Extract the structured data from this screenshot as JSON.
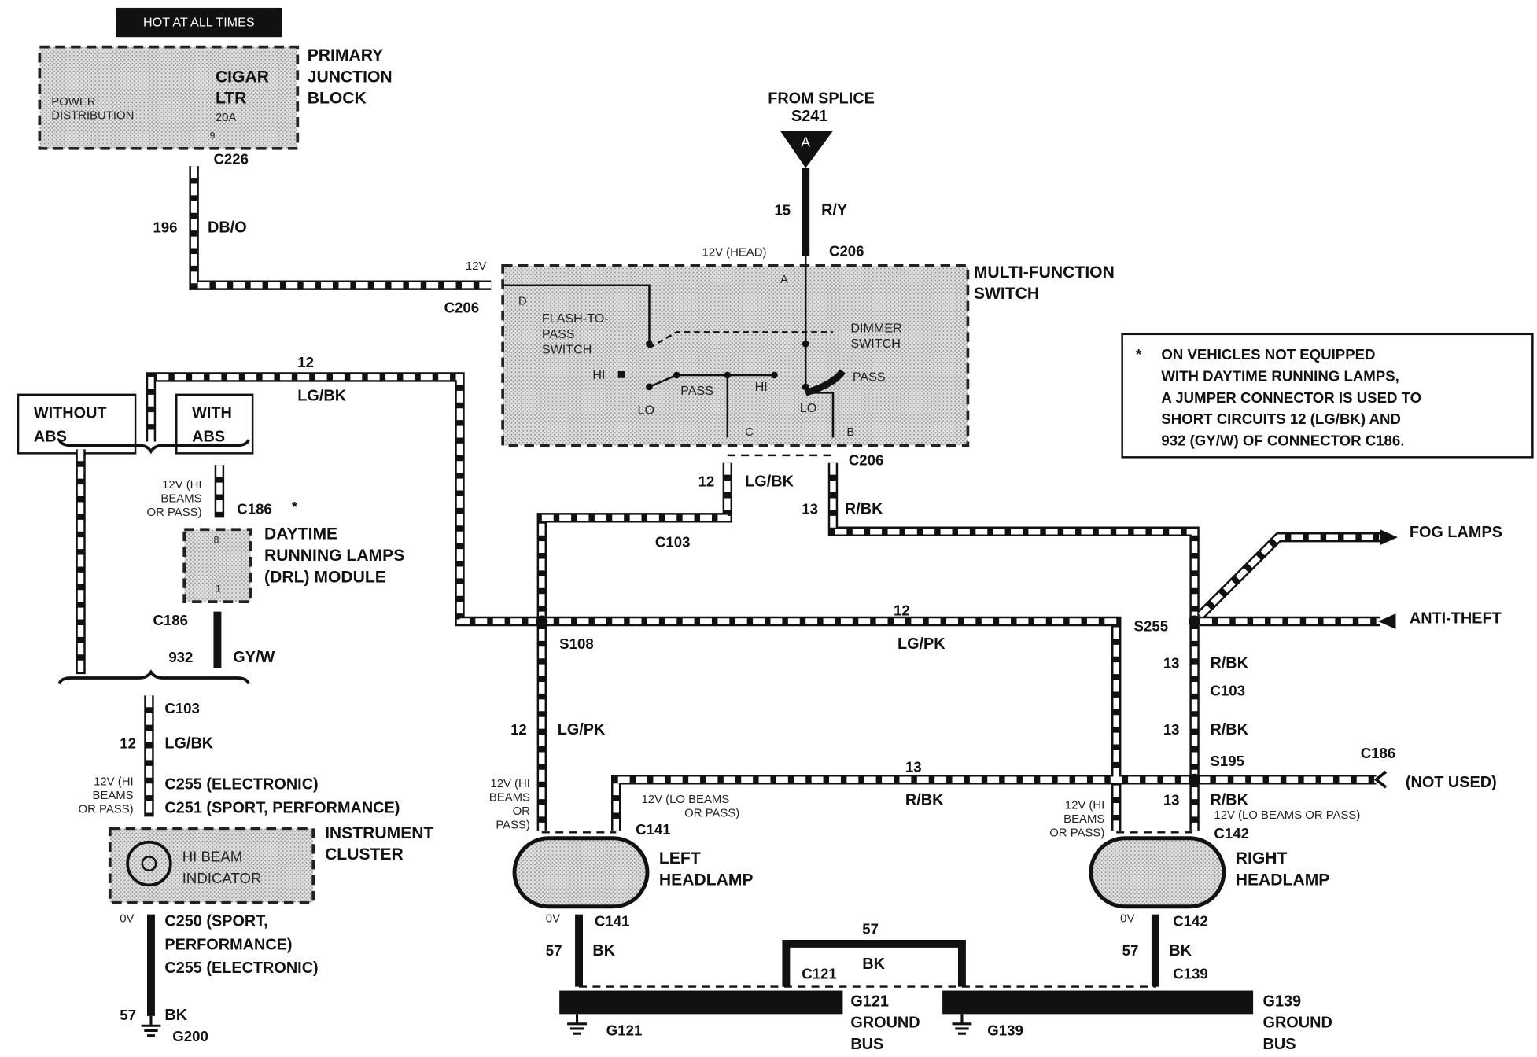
{
  "hot_label": "HOT AT ALL TIMES",
  "junction_block": {
    "l1": "PRIMARY",
    "l2": "JUNCTION",
    "l3": "BLOCK"
  },
  "cigar_ltr": {
    "l1": "CIGAR",
    "l2": "LTR",
    "amp": "20A",
    "pin": "9"
  },
  "power_distribution": {
    "l1": "POWER",
    "l2": "DISTRIBUTION"
  },
  "from_splice": {
    "l1": "FROM SPLICE",
    "l2": "S241",
    "marker": "A"
  },
  "mfs": {
    "l1": "MULTI-FUNCTION",
    "l2": "SWITCH",
    "flash_l1": "FLASH-TO-",
    "flash_l2": "PASS",
    "flash_l3": "SWITCH",
    "dimmer_l1": "DIMMER",
    "dimmer_l2": "SWITCH",
    "hi": "HI",
    "lo": "LO",
    "pass": "PASS",
    "pin_a": "A",
    "pin_b": "B",
    "pin_c": "C",
    "pin_d": "D",
    "v12": "12V",
    "v12_head": "12V (HEAD)"
  },
  "note": {
    "star": "*",
    "l1": "ON VEHICLES NOT EQUIPPED",
    "l2": "WITH DAYTIME RUNNING LAMPS,",
    "l3": "A JUMPER CONNECTOR IS USED TO",
    "l4": "SHORT CIRCUITS 12 (LG/BK) AND",
    "l5": "932 (GY/W) OF CONNECTOR C186."
  },
  "abs": {
    "without_l1": "WITHOUT",
    "without_l2": "ABS",
    "with_l1": "WITH",
    "with_l2": "ABS"
  },
  "drl": {
    "l1": "DAYTIME",
    "l2": "RUNNING LAMPS",
    "l3": "(DRL) MODULE",
    "pin8": "8",
    "pin1": "1"
  },
  "hi_beams_pass": {
    "l1": "12V (HI",
    "l2": "BEAMS",
    "l3": "OR PASS)"
  },
  "hi_beams_or_pass4": {
    "l1": "12V (HI",
    "l2": "BEAMS",
    "l3": "OR",
    "l4": "PASS)"
  },
  "lo_beams_pass": {
    "l1": "12V (LO BEAMS",
    "l2": "OR PASS)",
    "one_line": "12V (LO BEAMS OR PASS)"
  },
  "cluster": {
    "l1": "INSTRUMENT",
    "l2": "CLUSTER",
    "ind1": "HI BEAM",
    "ind2": "INDICATOR"
  },
  "left_headlamp": {
    "l1": "LEFT",
    "l2": "HEADLAMP"
  },
  "right_headlamp": {
    "l1": "RIGHT",
    "l2": "HEADLAMP"
  },
  "fog_lamps": "FOG LAMPS",
  "anti_theft": "ANTI-THEFT",
  "not_used": "(NOT USED)",
  "ground_bus_g121": {
    "l1": "G121",
    "l2": "GROUND",
    "l3": "BUS"
  },
  "ground_bus_g139": {
    "l1": "G139",
    "l2": "GROUND",
    "l3": "BUS"
  },
  "circuits": {
    "c196": "196",
    "c15": "15",
    "c12": "12",
    "c13": "13",
    "c932": "932",
    "c57": "57",
    "db_o": "DB/O",
    "r_y": "R/Y",
    "lg_bk": "LG/BK",
    "lg_pk": "LG/PK",
    "r_bk": "R/BK",
    "gy_w": "GY/W",
    "bk": "BK"
  },
  "connectors": {
    "c226": "C226",
    "c206": "C206",
    "c186": "C186",
    "c103": "C103",
    "c141": "C141",
    "c142": "C142",
    "c121": "C121",
    "c139": "C139",
    "s108": "S108",
    "s255": "S255",
    "s195": "S195",
    "g200": "G200",
    "g121": "G121",
    "g139": "G139",
    "c255_elec": "C255 (ELECTRONIC)",
    "c251_sport": "C251 (SPORT, PERFORMANCE)",
    "c250_a": "C250 (SPORT,",
    "c250_b": "PERFORMANCE)",
    "c186_star": "*"
  },
  "volts": {
    "zero": "0V"
  }
}
